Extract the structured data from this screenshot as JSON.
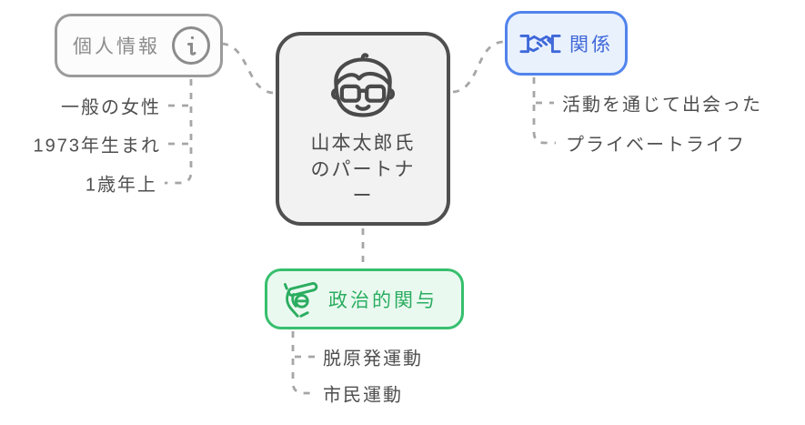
{
  "diagram": {
    "center": {
      "label": "山本太郎氏のパートナー",
      "icon": "person-face-glasses-icon"
    },
    "branches": [
      {
        "id": "personal-info",
        "label": "個人情報",
        "icon": "info-icon",
        "accent": "#9B9B9B",
        "fill": "#FCFCFC",
        "text_color": "#8C8C8C",
        "children": [
          "一般の女性",
          "1973年生まれ",
          "1歳年上"
        ]
      },
      {
        "id": "relationship",
        "label": "関係",
        "icon": "handshake-icon",
        "accent": "#5183EC",
        "fill": "#E9F1FD",
        "text_color": "#3F68D9",
        "children": [
          "活動を通じて出会った",
          "プライベートライフ"
        ]
      },
      {
        "id": "political-involvement",
        "label": "政治的関与",
        "icon": "protest-icon",
        "accent": "#37BF6E",
        "fill": "#EAF9F0",
        "text_color": "#2BAD60",
        "children": [
          "脱原発運動",
          "市民運動"
        ]
      }
    ],
    "connector_color": "#A6A6A6",
    "leaf_text_color": "#4F4F4F",
    "central_border_color": "#4F4F4F",
    "central_fill": "#F2F2F2"
  }
}
